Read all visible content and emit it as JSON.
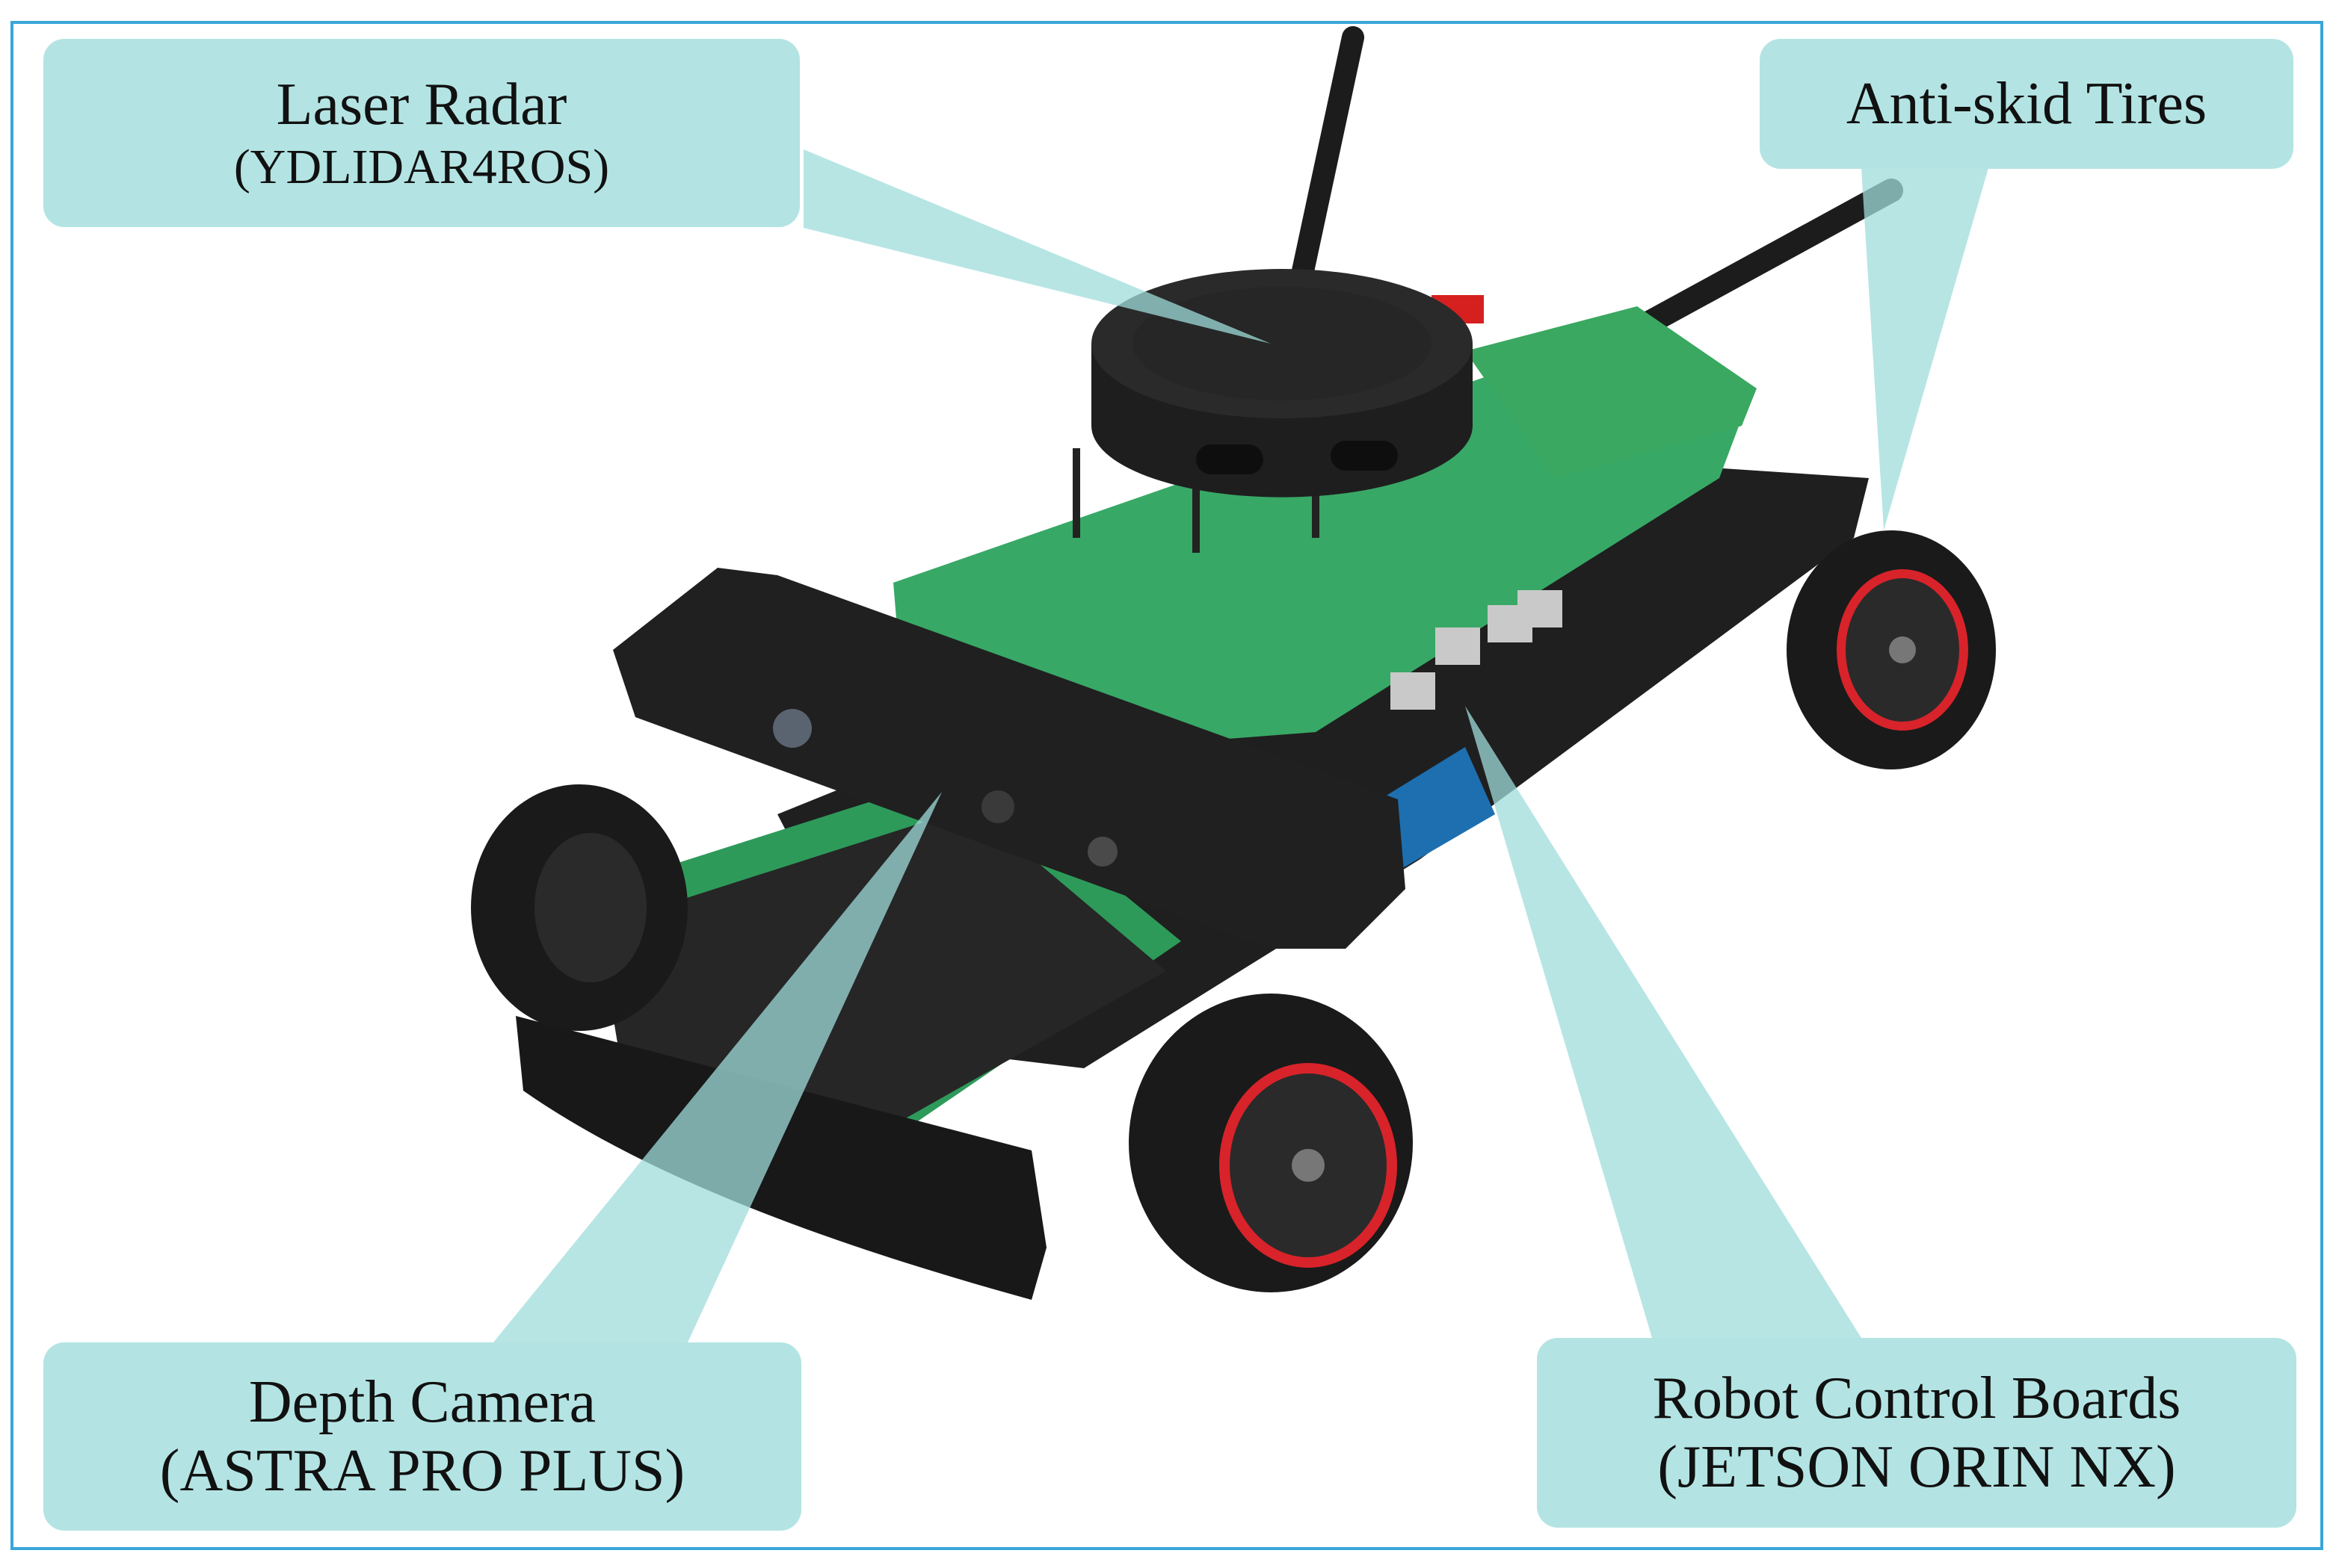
{
  "callouts": {
    "lidar": {
      "title": "Laser Radar",
      "subtitle": "(YDLIDAR4ROS)"
    },
    "tires": {
      "title": "Anti-skid Tires"
    },
    "camera": {
      "title": "Depth Camera",
      "subtitle": "(ASTRA PRO PLUS)"
    },
    "board": {
      "title": "Robot Control Boards",
      "subtitle": "(JETSON ORIN NX)"
    }
  },
  "colors": {
    "callout_fill": "#b3e4e3",
    "frame_border": "#3aa6d8",
    "chassis_green": "#2e9a5a",
    "body_black": "#1a1a1a",
    "rim_red": "#d8232a"
  }
}
